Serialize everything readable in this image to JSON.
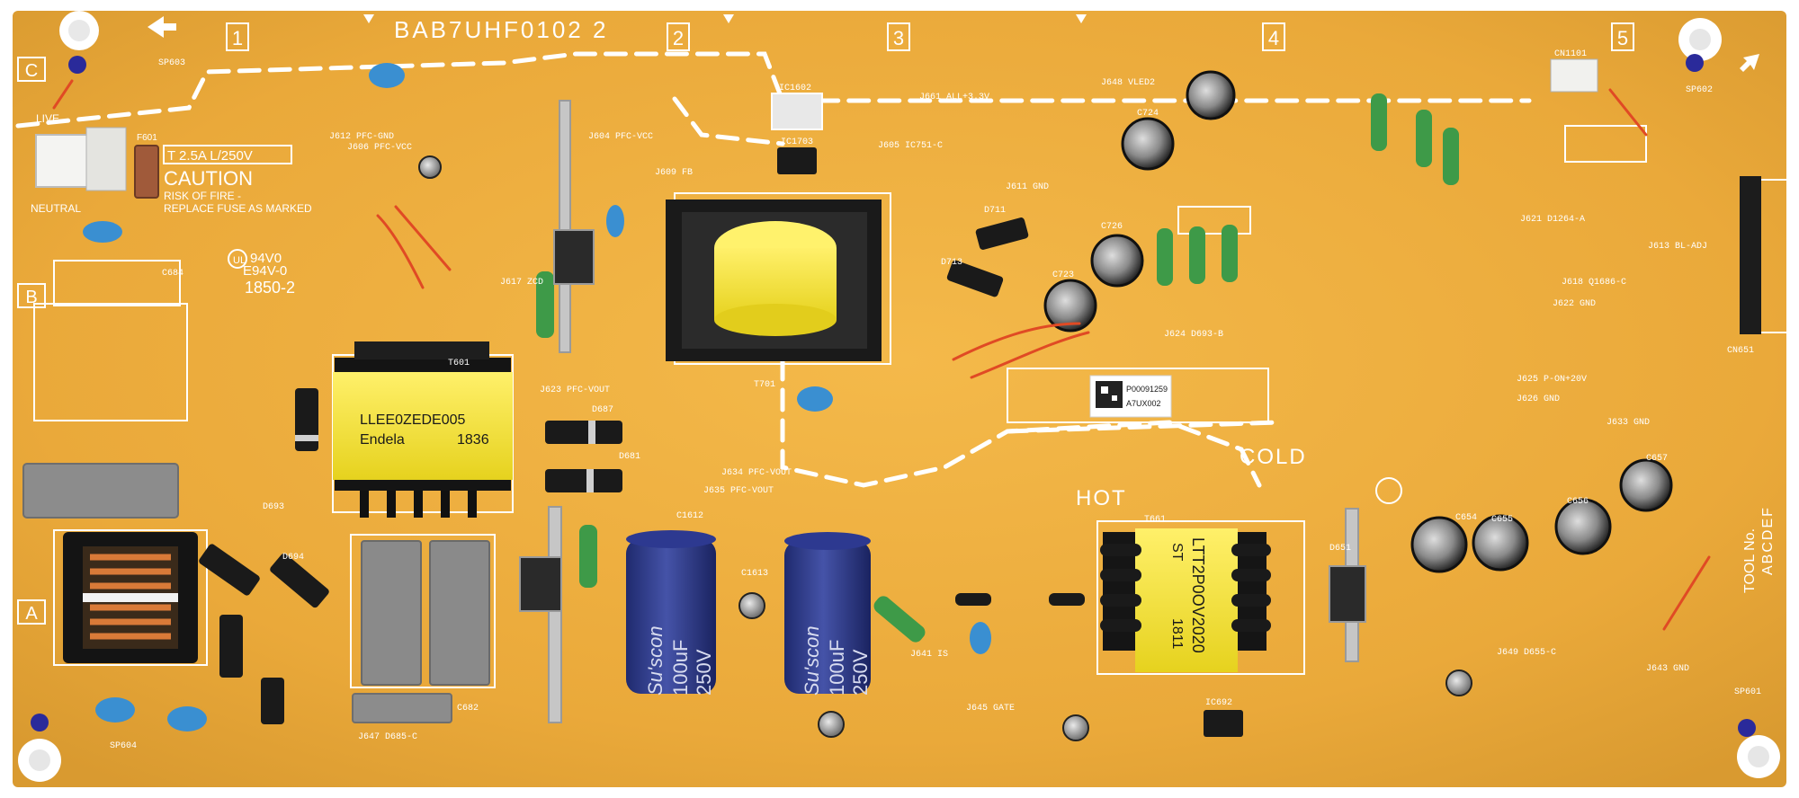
{
  "board": {
    "part_number": "BAB7UHF0102 2",
    "zone_numbers": [
      "1",
      "2",
      "3",
      "4",
      "5"
    ],
    "zone_letters": [
      "C",
      "B",
      "A"
    ],
    "label_hot": "HOT",
    "label_cold": "COLD",
    "tool_no": "TOOL No.",
    "tool_letters": "ABCDEF"
  },
  "fuse": {
    "rating": "T 2.5A L/250V",
    "caution": "CAUTION",
    "warning_line1": "RISK OF FIRE -",
    "warning_line2": "REPLACE FUSE AS MARKED",
    "ref": "F601"
  },
  "ul": {
    "line1": "94V0",
    "line2": "E94V-0",
    "line3": "1850-2"
  },
  "connectors": {
    "live": "LIVE",
    "neutral": "NEUTRAL"
  },
  "transformer_main": {
    "line1": "LLEE0ZEDE005",
    "line2": "Endela",
    "line3": "1836"
  },
  "transformer_standby": {
    "line1": "LTT2P0OV2020",
    "line2": "ST",
    "line3": "1811"
  },
  "capacitors": {
    "brand": "Su'scon",
    "value1": "100uF",
    "voltage1": "250V",
    "value2": "100uF",
    "voltage2": "250V"
  },
  "sticker": {
    "line1": "P00091259",
    "line2": "A7UX002"
  },
  "refs": {
    "t601": "T601",
    "t701": "T701",
    "t661": "T661",
    "cn651": "CN651",
    "cn1101": "CN1101",
    "ic1602": "IC1602",
    "ic1703": "IC1703",
    "ic692": "IC692",
    "d651": "D651",
    "d711": "D711",
    "d713": "D713",
    "d681": "D681",
    "d687": "D687",
    "d693": "D693",
    "d694": "D694",
    "c724": "C724",
    "c726": "C726",
    "c723": "C723",
    "c654": "C654",
    "c655": "C655",
    "c656": "C656",
    "c657": "C657",
    "c1612": "C1612",
    "c1613": "C1613",
    "c682": "C682",
    "c684": "C684",
    "sp603": "SP603",
    "sp602": "SP602",
    "sp604": "SP604",
    "sp601": "SP601",
    "j661": "J661 ALL+3.3V",
    "j648": "J648 VLED2",
    "j604": "J604 PFC-VCC",
    "j625": "J625 P-ON+20V",
    "j634": "J634 PFC-VOUT",
    "j635": "J635 PFC-VOUT",
    "j623": "J623 PFC-VOUT",
    "j612": "J612 PFC-GND",
    "j606": "J606 PFC-VCC",
    "j605": "J605 IC751-C",
    "j611": "J611 GND",
    "j621": "J621 D1264-A",
    "j613": "J613 BL-ADJ",
    "j622": "J622 GND",
    "j618": "J618 Q1686-C",
    "j633": "J633 GND",
    "j647": "J647 D685-C",
    "j645": "J645 GATE",
    "j649": "J649 D655-C",
    "j643": "J643 GND",
    "j641": "J641 IS",
    "j626": "J626 GND",
    "j609": "J609 FB",
    "j617": "J617 ZCD",
    "j624": "J624 D693-B"
  }
}
